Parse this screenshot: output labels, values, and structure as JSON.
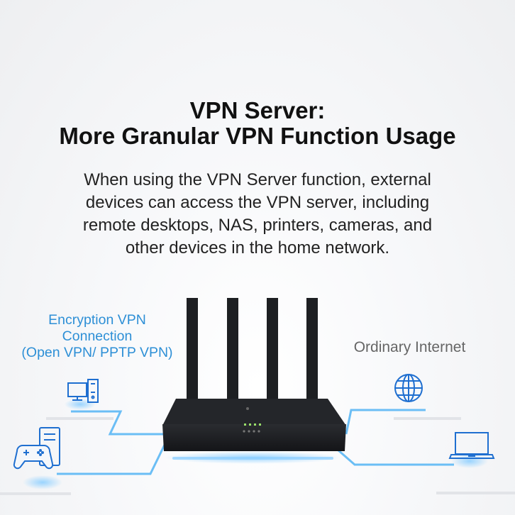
{
  "title": {
    "line1": "VPN Server:",
    "line2": "More Granular VPN Function Usage"
  },
  "description": {
    "line1": "When using the VPN Server function, external",
    "line2": "devices can access the VPN server, including",
    "line3": "remote desktops, NAS, printers, cameras, and",
    "line4": "other devices in the home network."
  },
  "vpn_label": {
    "line1": "Encryption VPN",
    "line2": "Connection",
    "line3": "(Open VPN/ PPTP VPN)"
  },
  "internet_label": "Ordinary Internet",
  "colors": {
    "accent": "#2d8fd6",
    "icon": "#1f6fd0",
    "router": "#1b1d20"
  },
  "icons": [
    "desktop-computer-icon",
    "game-console-icon",
    "globe-icon",
    "laptop-icon"
  ]
}
